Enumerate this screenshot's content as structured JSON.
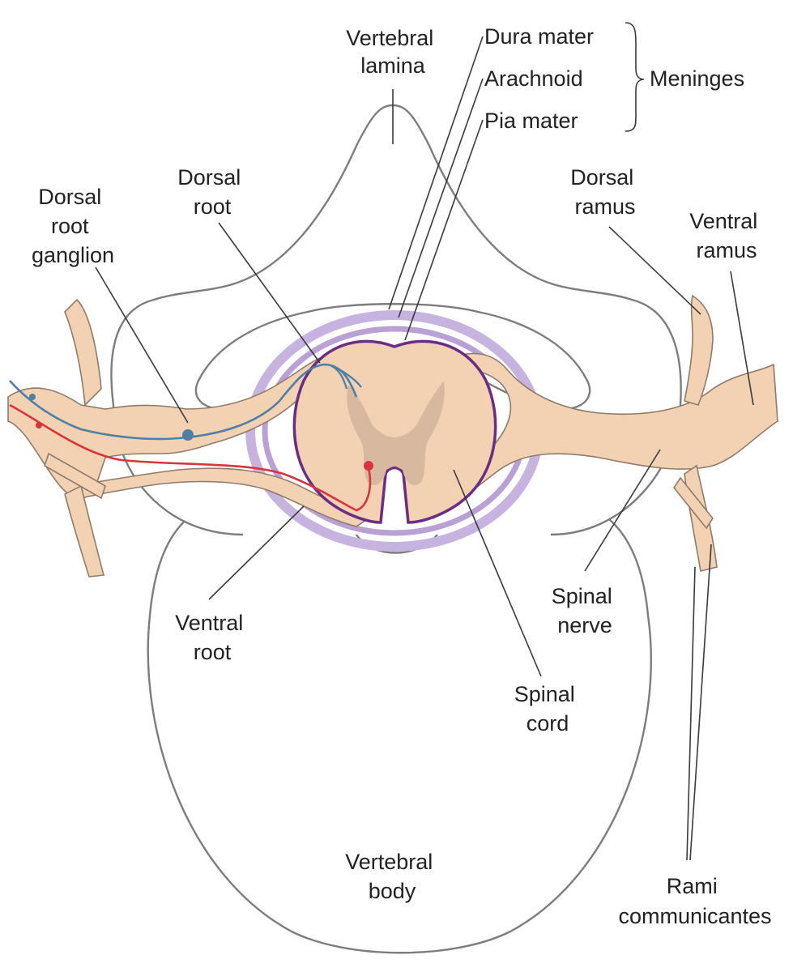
{
  "labels": {
    "vertebral_lamina": [
      "Vertebral",
      "lamina"
    ],
    "dura_mater": "Dura mater",
    "arachnoid": "Arachnoid",
    "pia_mater": "Pia mater",
    "meninges": "Meninges",
    "dorsal_root_ganglion": [
      "Dorsal",
      "root",
      "ganglion"
    ],
    "dorsal_root": [
      "Dorsal",
      "root"
    ],
    "dorsal_ramus": [
      "Dorsal",
      "ramus"
    ],
    "ventral_ramus": [
      "Ventral",
      "ramus"
    ],
    "ventral_root": [
      "Ventral",
      "root"
    ],
    "spinal_nerve": [
      "Spinal",
      "nerve"
    ],
    "spinal_cord": [
      "Spinal",
      "cord"
    ],
    "vertebral_body": [
      "Vertebral",
      "body"
    ],
    "rami_communicantes": [
      "Rami",
      "communicantes"
    ]
  },
  "colors": {
    "nerve_tissue": "#f3d2b3",
    "gray_matter": "#d9b8a0",
    "meninges": "#b9a1d6",
    "pia_outline": "#6b2d83",
    "sensory_fiber": "#4f7fa6",
    "motor_fiber": "#d9343c",
    "bone_outline": "#7d7d7d"
  }
}
